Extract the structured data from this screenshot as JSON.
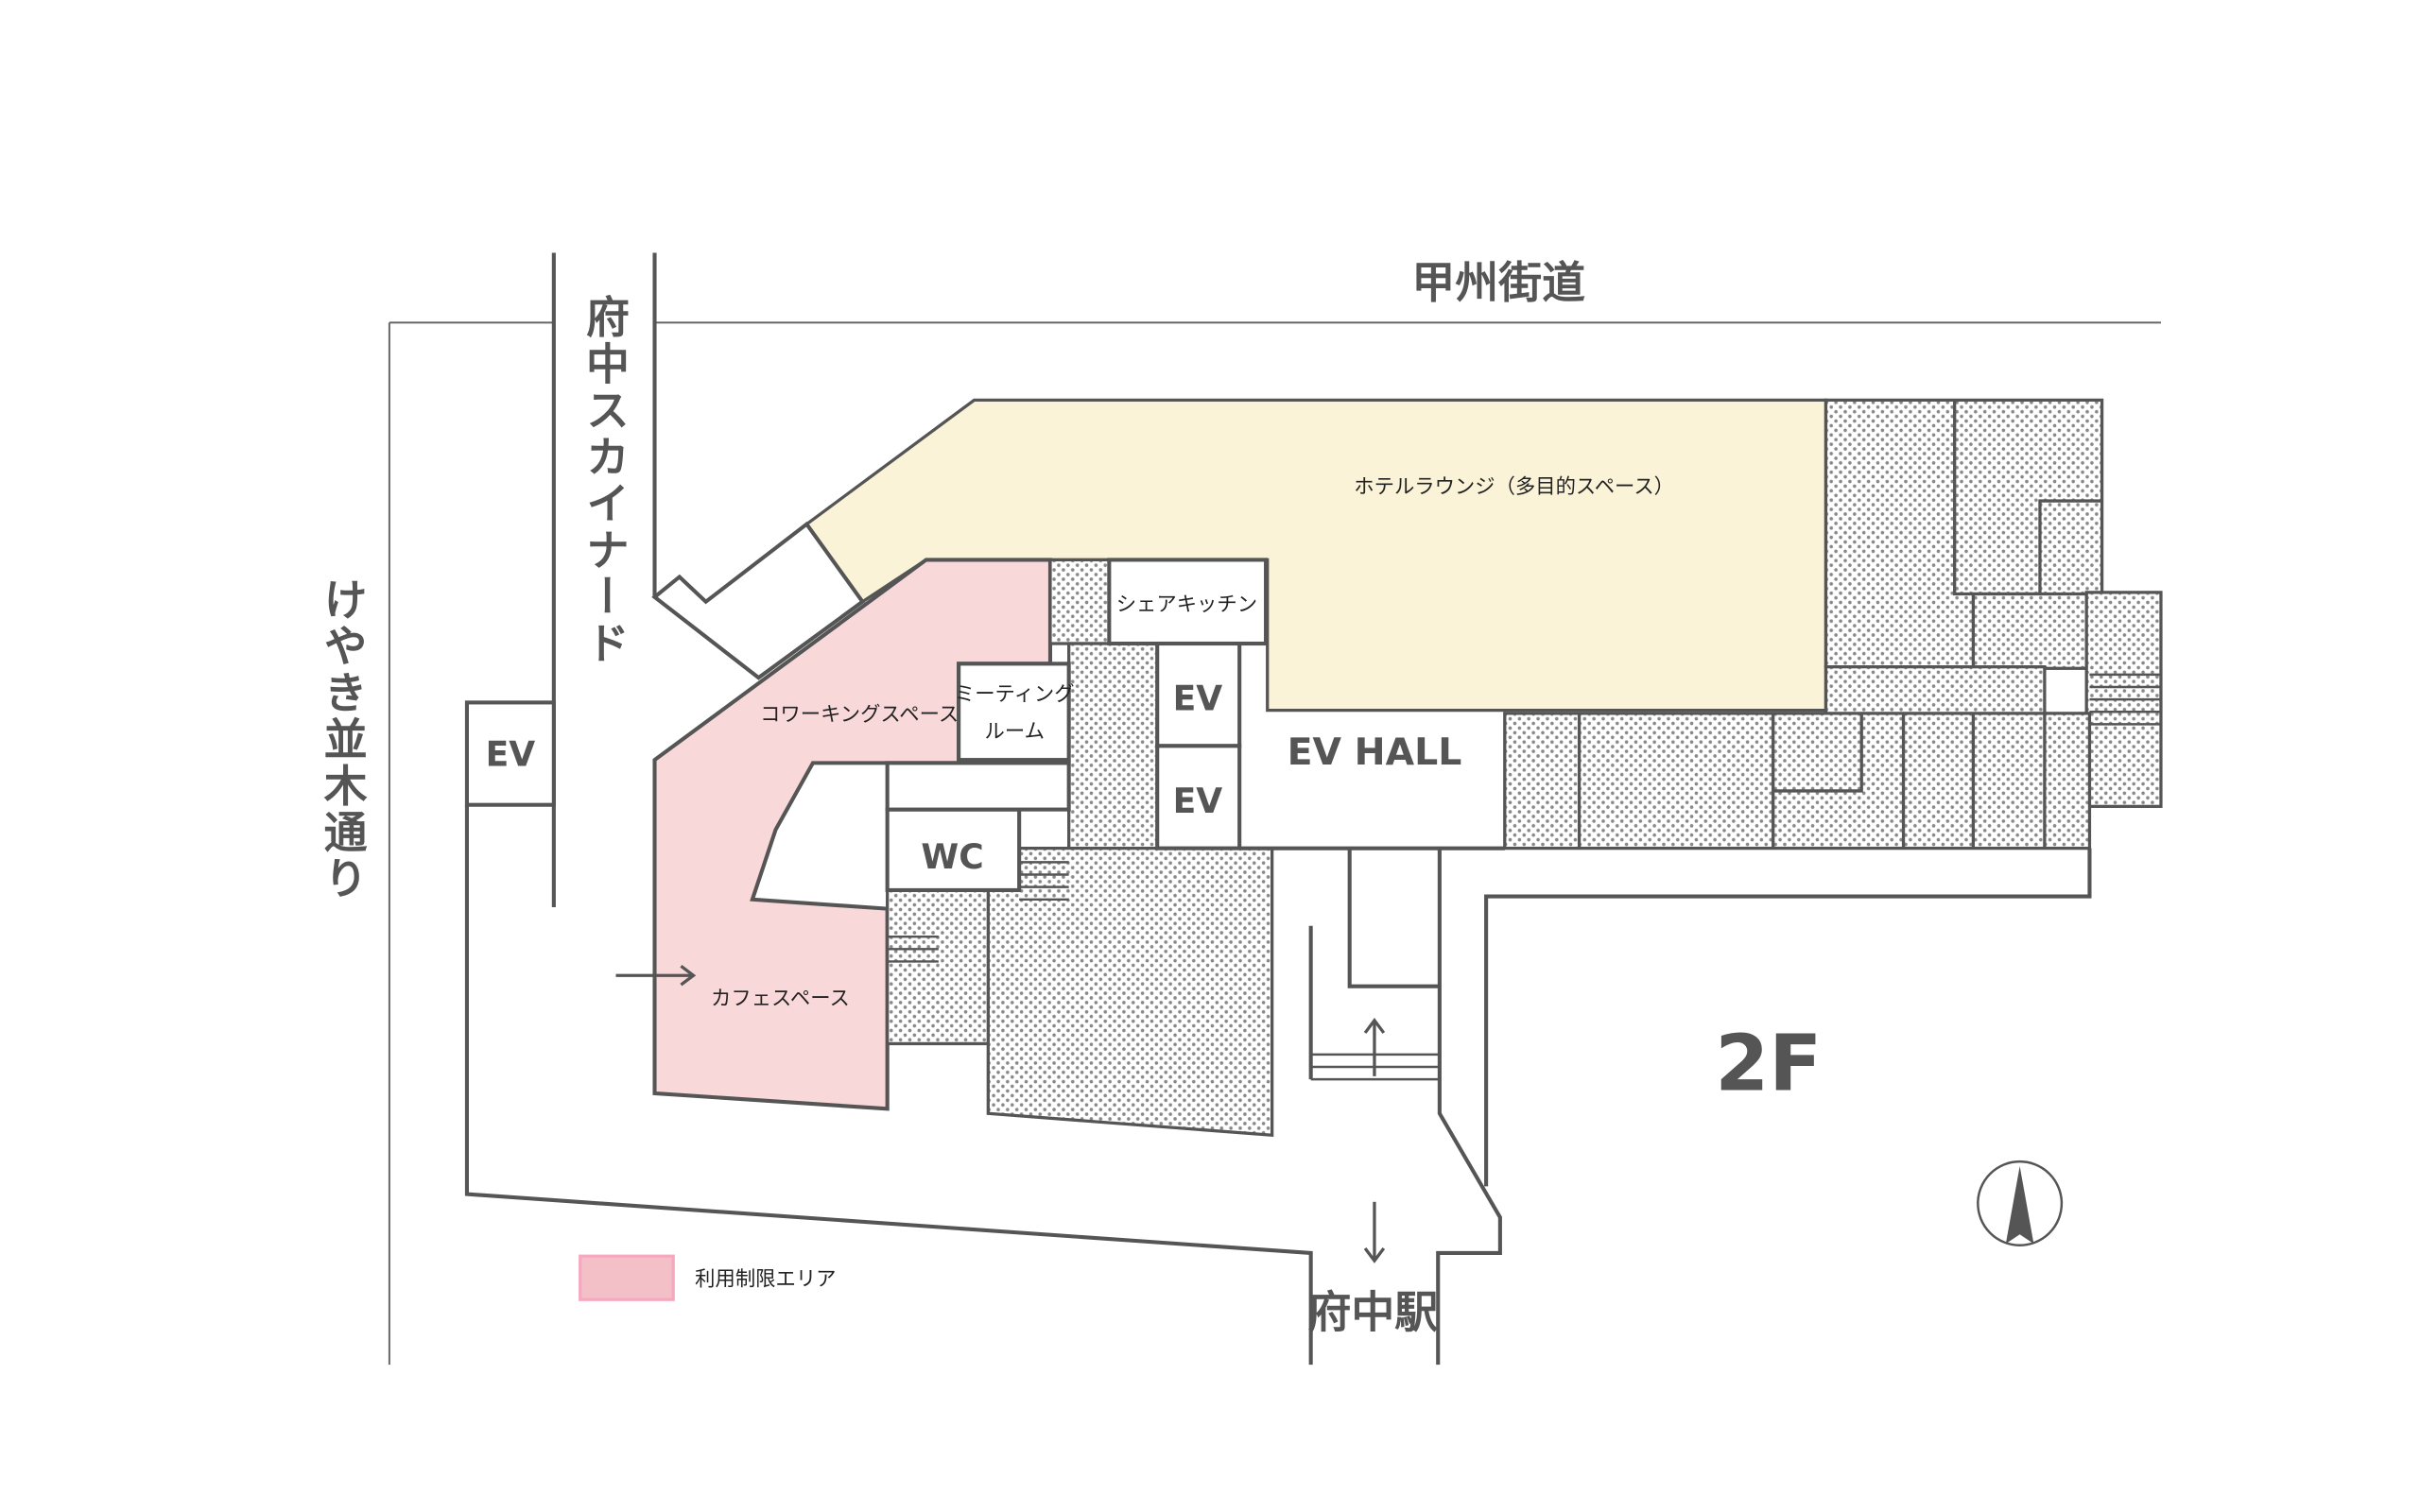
{
  "roads": {
    "north": "甲州街道",
    "skyway": "府中スカイナード",
    "west": "けやき並木通り",
    "station": "府中駅"
  },
  "rooms": {
    "lounge": "ホテルラウンジ（多目的スペース）",
    "share_kitchen": "シェアキッチン",
    "coworking": "コワーキングスペース",
    "meeting_line1": "ミーティング",
    "meeting_line2": "ルーム",
    "wc": "WC",
    "cafe": "カフェスペース",
    "ev_hall": "EV HALL",
    "ev": "EV"
  },
  "floor": "2F",
  "legend": {
    "label": "利用制限エリア",
    "color": "#f2c0c6"
  },
  "colors": {
    "restricted": "#f9d8d9",
    "lounge": "#faf3d8",
    "wall": "#555555"
  }
}
